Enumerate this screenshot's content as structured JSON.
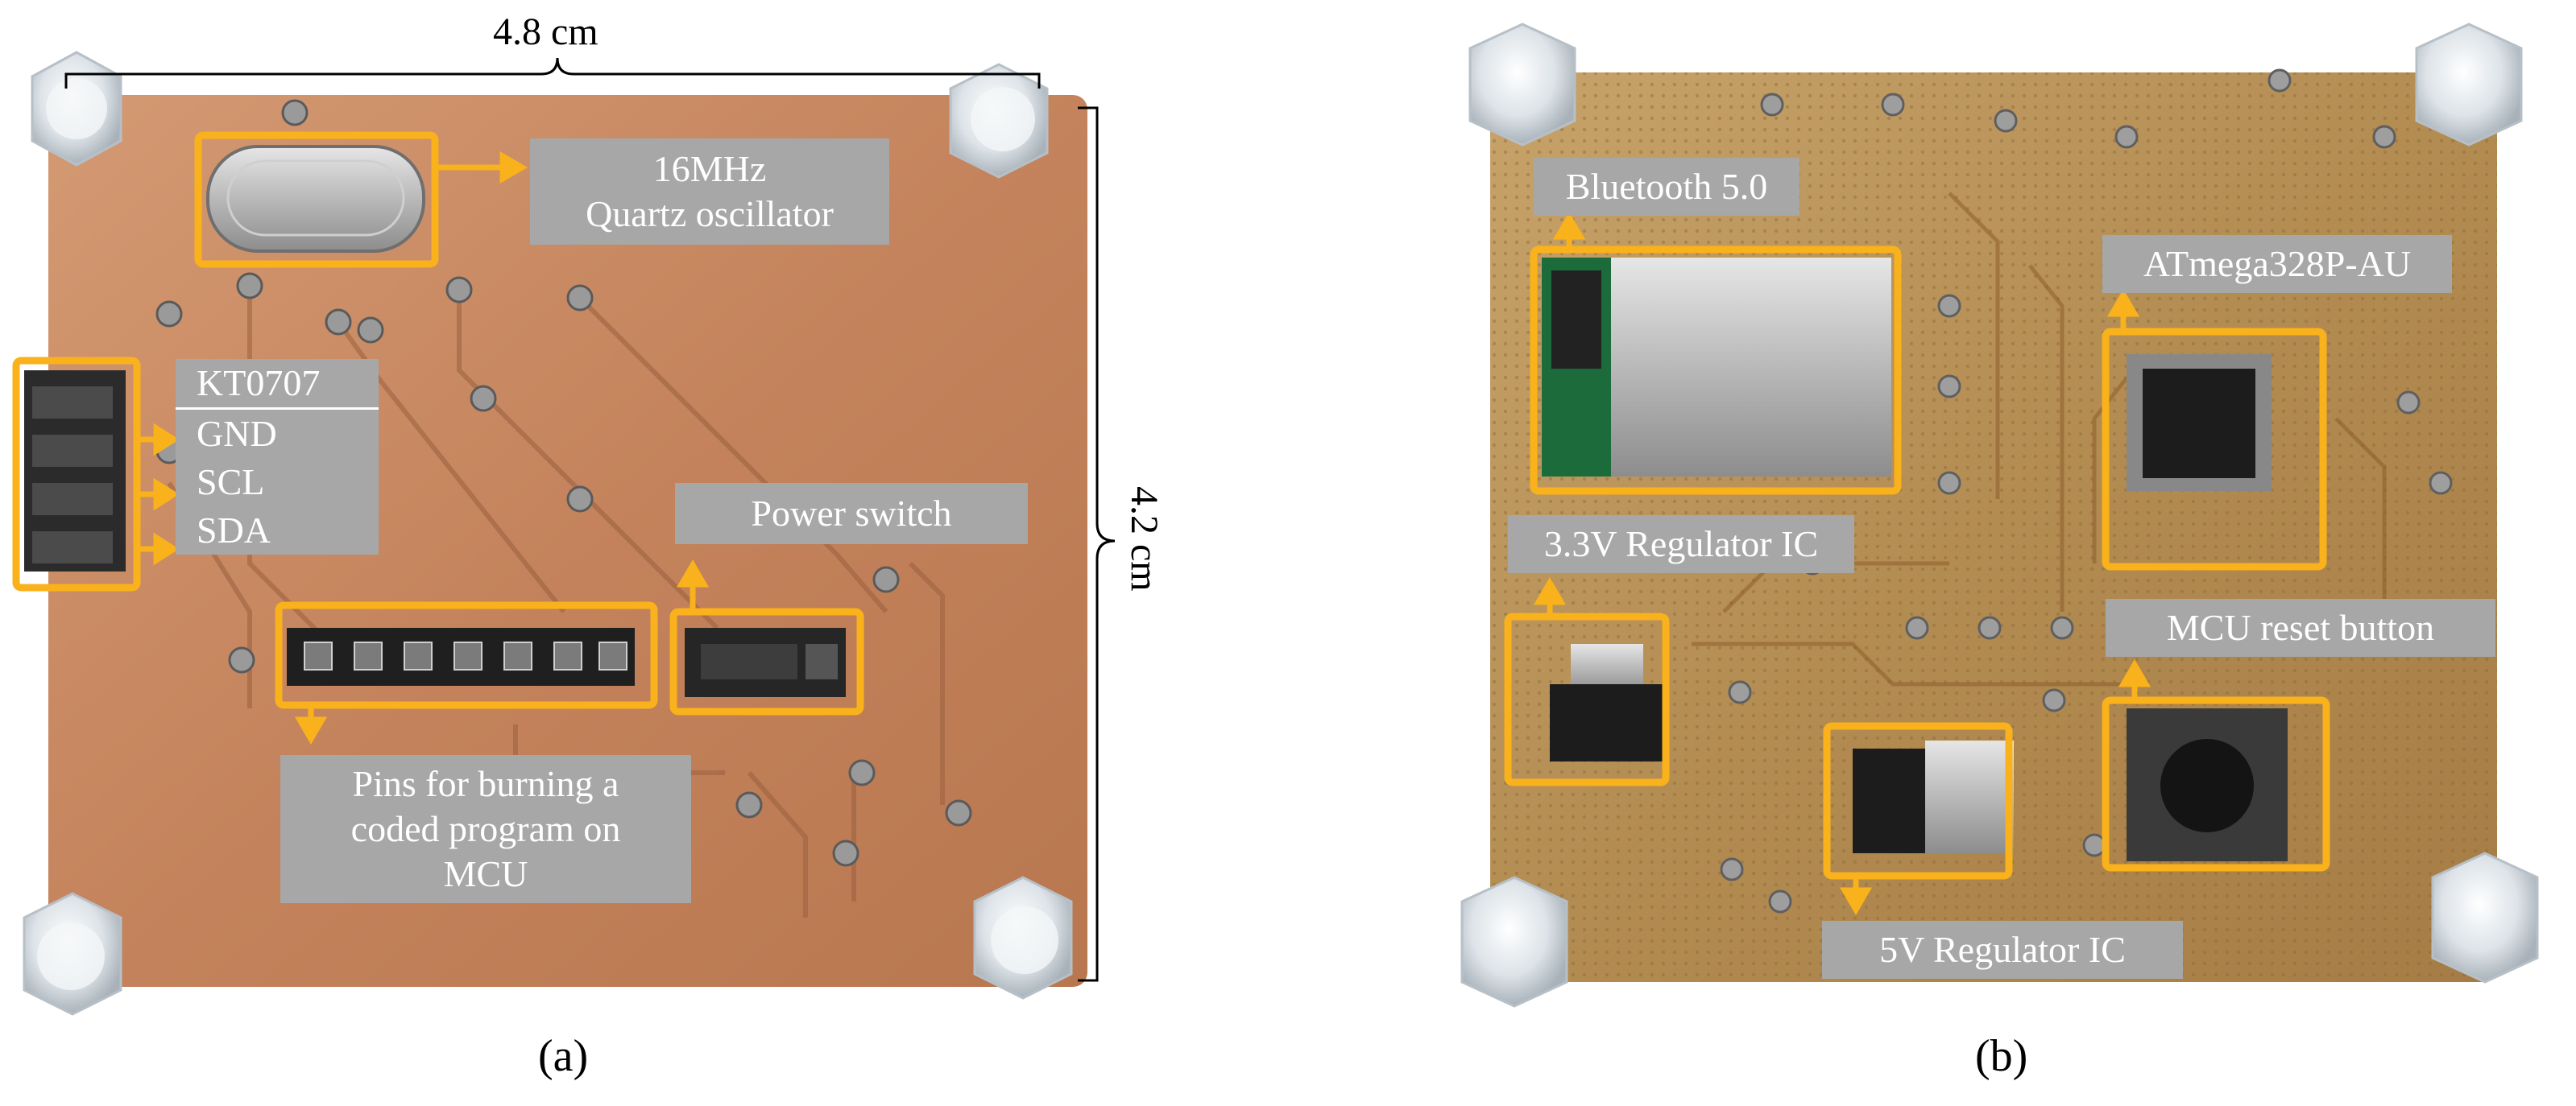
{
  "panel_a": {
    "caption": "(a)",
    "width_dim": "4.8 cm",
    "height_dim": "4.2 cm",
    "labels": {
      "oscillator_line1": "16MHz",
      "oscillator_line2": "Quartz oscillator",
      "connector_title": "KT0707",
      "pin_gnd": "GND",
      "pin_scl": "SCL",
      "pin_sda": "SDA",
      "power_switch": "Power switch",
      "burn_pins_line1": "Pins for burning a",
      "burn_pins_line2": "coded program on",
      "burn_pins_line3": "MCU"
    }
  },
  "panel_b": {
    "caption": "(b)",
    "labels": {
      "bluetooth": "Bluetooth 5.0",
      "mcu": "ATmega328P-AU",
      "regulator_33": "3.3V Regulator IC",
      "reset_button": "MCU reset button",
      "regulator_5": "5V Regulator IC"
    }
  },
  "colors": {
    "highlight": "#f9b21b",
    "label_bg": "#a7a7a7",
    "board_a": "#c98a63",
    "board_b": "#b8945a"
  }
}
